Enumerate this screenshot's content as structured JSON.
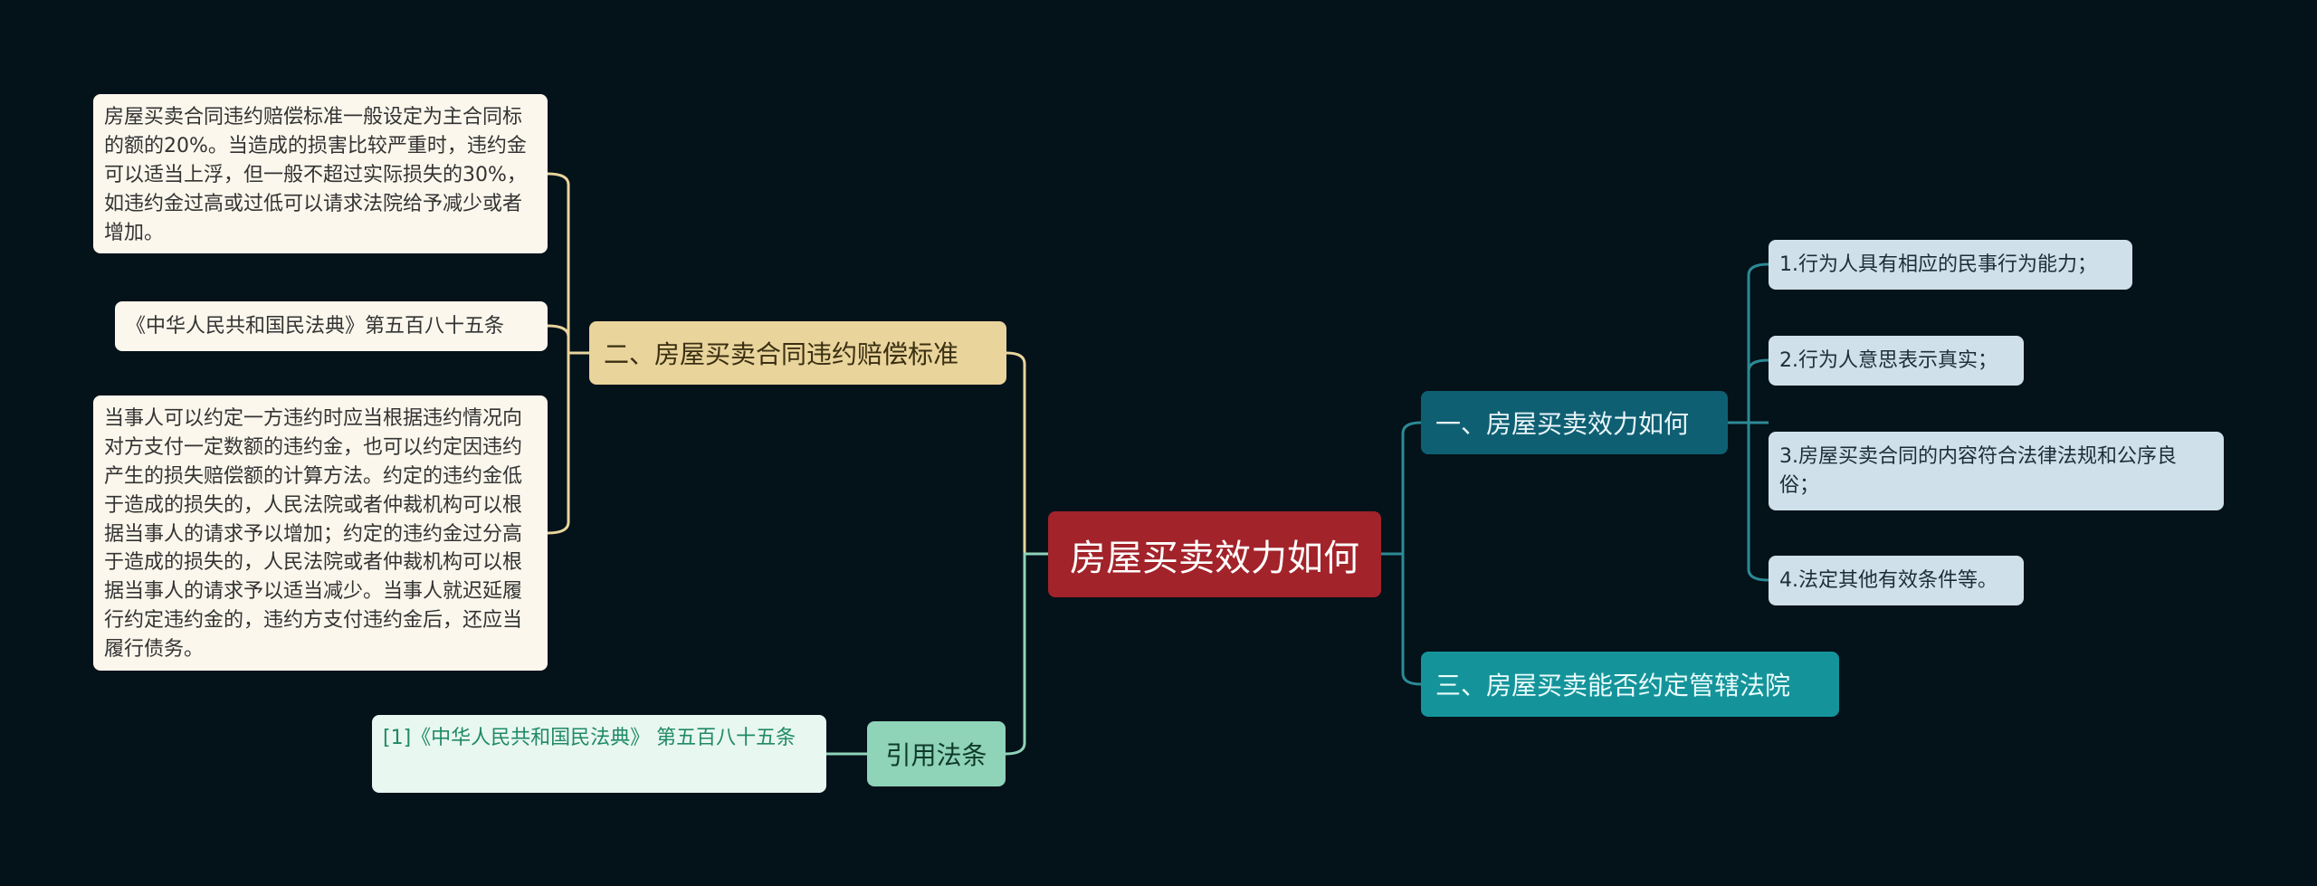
{
  "colors": {
    "background": "#04121a",
    "center": "#a2232a",
    "branch_compensation": "#e9d49c",
    "branch_citation": "#8fd3b8",
    "branch_validity": "#0f5f73",
    "branch_jurisdiction": "#14949a",
    "link_yellow": "#e9d49c",
    "link_green": "#8fd3b8",
    "link_teal": "#2c8a95"
  },
  "center": {
    "label": "房屋买卖效力如何"
  },
  "branches": {
    "compensation": {
      "label": "二、房屋买卖合同违约赔偿标准"
    },
    "citation": {
      "label": "引用法条"
    },
    "validity": {
      "label": "一、房屋买卖效力如何"
    },
    "jurisdiction": {
      "label": "三、房屋买卖能否约定管辖法院"
    }
  },
  "compensation_items": [
    {
      "text": "房屋买卖合同违约赔偿标准一般设定为主合同标的额的20%。当造成的损害比较严重时，违约金可以适当上浮，但一般不超过实际损失的30%，如违约金过高或过低可以请求法院给予减少或者增加。"
    },
    {
      "text": "《中华人民共和国民法典》第五百八十五条"
    },
    {
      "text": "当事人可以约定一方违约时应当根据违约情况向对方支付一定数额的违约金，也可以约定因违约产生的损失赔偿额的计算方法。约定的违约金低于造成的损失的，人民法院或者仲裁机构可以根据当事人的请求予以增加；约定的违约金过分高于造成的损失的，人民法院或者仲裁机构可以根据当事人的请求予以适当减少。当事人就迟延履行约定违约金的，违约方支付违约金后，还应当履行债务。"
    }
  ],
  "citation_items": [
    {
      "text": "[1]《中华人民共和国民法典》 第五百八十五条"
    }
  ],
  "validity_items": [
    {
      "text": "1.行为人具有相应的民事行为能力；"
    },
    {
      "text": "2.行为人意思表示真实；"
    },
    {
      "text": "3.房屋买卖合同的内容符合法律法规和公序良俗；"
    },
    {
      "text": "4.法定其他有效条件等。"
    }
  ]
}
